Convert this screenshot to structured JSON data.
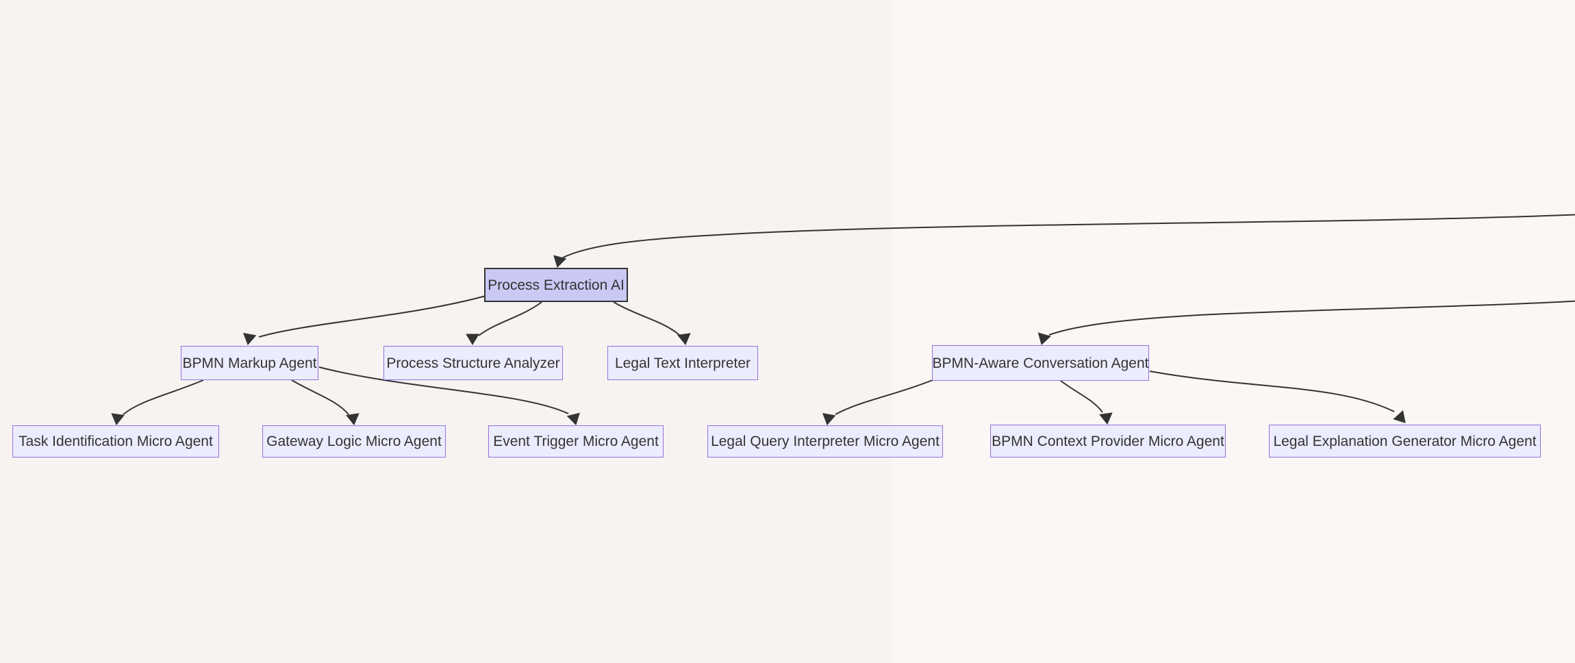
{
  "diagram": {
    "type": "flowchart-top-down",
    "background": {
      "left": "#f6f3f1",
      "right": "#faf7f5"
    },
    "colors": {
      "node_fill": "#ececff",
      "node_border": "#9370db",
      "root_fill": "#c9c9f4",
      "root_border": "#333333",
      "edge": "#333333",
      "text": "#333333"
    },
    "nodes": [
      {
        "id": "process-extraction-ai",
        "label": "Process Extraction AI",
        "emphasis": true
      },
      {
        "id": "bpmn-markup-agent",
        "label": "BPMN Markup Agent"
      },
      {
        "id": "process-structure-analyzer",
        "label": "Process Structure Analyzer"
      },
      {
        "id": "legal-text-interpreter",
        "label": "Legal Text Interpreter"
      },
      {
        "id": "bpmn-aware-conversation-agent",
        "label": "BPMN-Aware Conversation Agent"
      },
      {
        "id": "task-identification-micro-agent",
        "label": "Task Identification Micro Agent"
      },
      {
        "id": "gateway-logic-micro-agent",
        "label": "Gateway Logic Micro Agent"
      },
      {
        "id": "event-trigger-micro-agent",
        "label": "Event Trigger Micro Agent"
      },
      {
        "id": "legal-query-interpreter-micro-agent",
        "label": "Legal Query Interpreter Micro Agent"
      },
      {
        "id": "bpmn-context-provider-micro-agent",
        "label": "BPMN Context Provider Micro Agent"
      },
      {
        "id": "legal-explanation-generator-micro-agent",
        "label": "Legal Explanation Generator Micro Agent"
      }
    ],
    "edges": [
      {
        "from": "offscreen-right-top",
        "to": "process-extraction-ai"
      },
      {
        "from": "offscreen-right-mid",
        "to": "bpmn-aware-conversation-agent"
      },
      {
        "from": "process-extraction-ai",
        "to": "bpmn-markup-agent"
      },
      {
        "from": "process-extraction-ai",
        "to": "process-structure-analyzer"
      },
      {
        "from": "process-extraction-ai",
        "to": "legal-text-interpreter"
      },
      {
        "from": "bpmn-markup-agent",
        "to": "task-identification-micro-agent"
      },
      {
        "from": "bpmn-markup-agent",
        "to": "gateway-logic-micro-agent"
      },
      {
        "from": "bpmn-markup-agent",
        "to": "event-trigger-micro-agent"
      },
      {
        "from": "bpmn-aware-conversation-agent",
        "to": "legal-query-interpreter-micro-agent"
      },
      {
        "from": "bpmn-aware-conversation-agent",
        "to": "bpmn-context-provider-micro-agent"
      },
      {
        "from": "bpmn-aware-conversation-agent",
        "to": "legal-explanation-generator-micro-agent"
      }
    ]
  }
}
